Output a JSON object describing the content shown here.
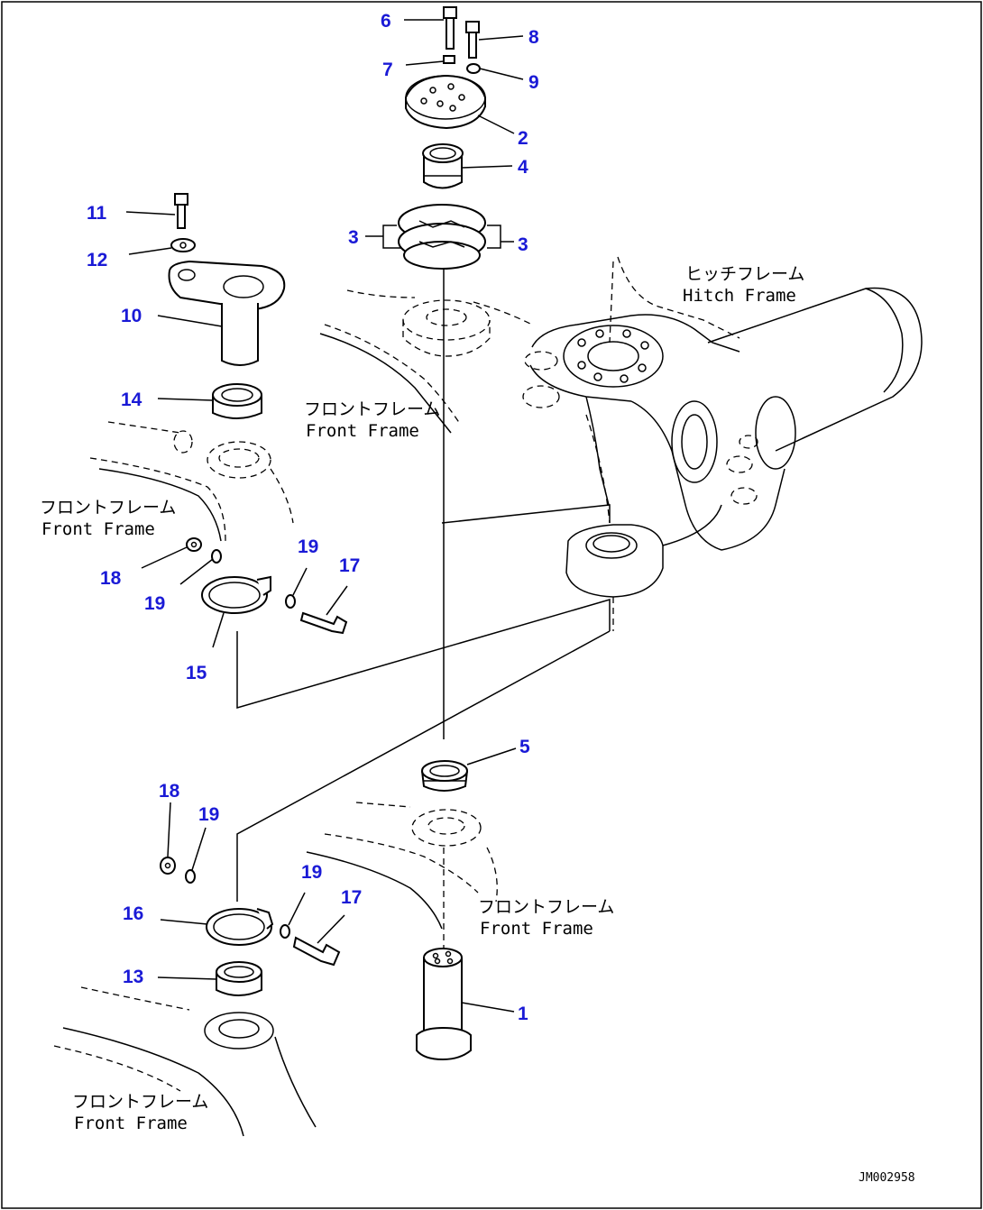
{
  "diagram": {
    "callouts": {
      "c6": "6",
      "c8": "8",
      "c7": "7",
      "c9": "9",
      "c2": "2",
      "c4": "4",
      "c3a": "3",
      "c3b": "3",
      "c11": "11",
      "c12": "12",
      "c10": "10",
      "c14": "14",
      "c19a": "19",
      "c17a": "17",
      "c18a": "18",
      "c19b": "19",
      "c15": "15",
      "c5": "5",
      "c18b": "18",
      "c19c": "19",
      "c19d": "19",
      "c17b": "17",
      "c16": "16",
      "c13": "13",
      "c1": "1"
    },
    "frame_labels": {
      "hitch_jp": "ヒッチフレーム",
      "hitch_en": "Hitch Frame",
      "front_jp": "フロントフレーム",
      "front_en": "Front Frame"
    },
    "drawing_id": "JM002958"
  }
}
